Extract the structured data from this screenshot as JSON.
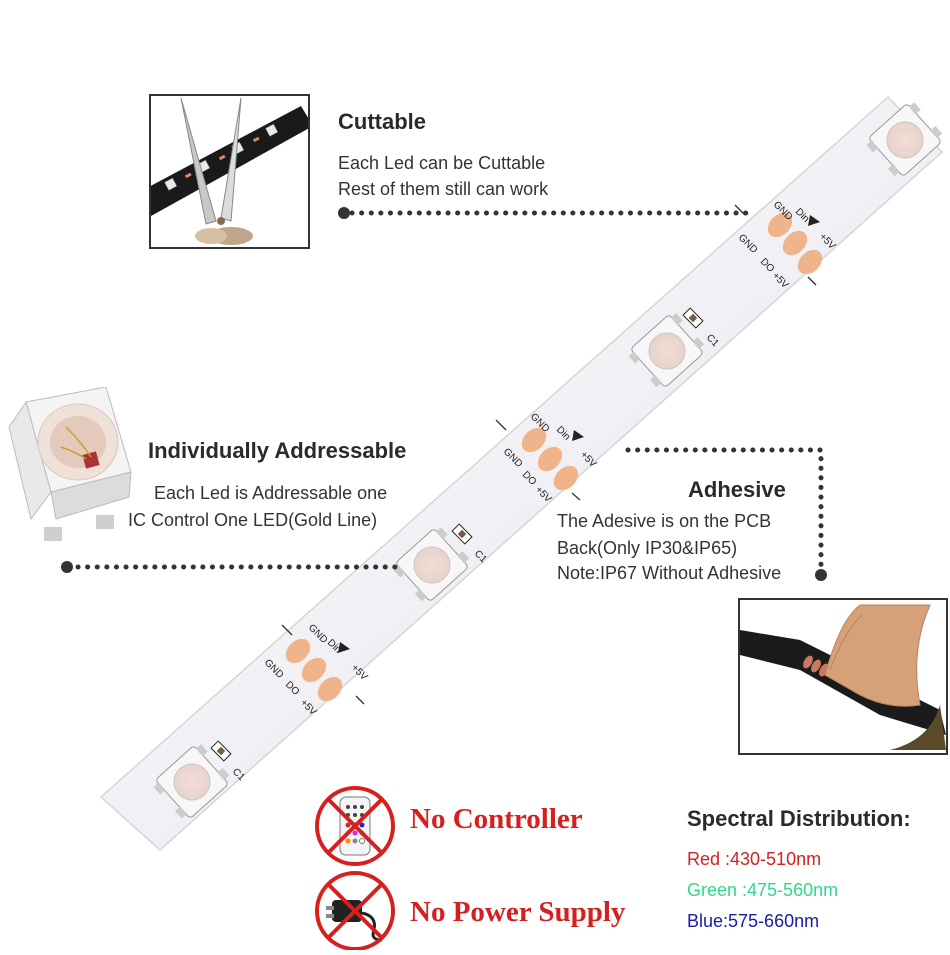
{
  "cuttable": {
    "title": "Cuttable",
    "lines": [
      "Each Led can be Cuttable",
      "Rest of them still can work"
    ]
  },
  "addressable": {
    "title": "Individually Addressable",
    "lines": [
      "Each Led is Addressable one",
      "IC Control One LED(Gold Line)"
    ]
  },
  "adhesive": {
    "title": "Adhesive",
    "lines": [
      "The Adesive is on the PCB",
      "Back(Only IP30&IP65)",
      "Note:IP67 Without Adhesive"
    ]
  },
  "features": {
    "no_controller": "No Controller",
    "no_power_supply": "No Power Supply"
  },
  "spectral": {
    "title": "Spectral Distribution:",
    "red": "Red :430-510nm",
    "green": "Green :475-560nm",
    "blue": "Blue:575-660nm"
  },
  "pad_labels": {
    "din": "Din",
    "gnd": "GND",
    "plus5v": "+5V",
    "do": "DO",
    "c1": "C1"
  },
  "colors": {
    "red": "#d62020",
    "green": "#2ed88a",
    "blue": "#1a1aa8",
    "pad": "#f0b48a",
    "strip": "#f1f1f4"
  }
}
